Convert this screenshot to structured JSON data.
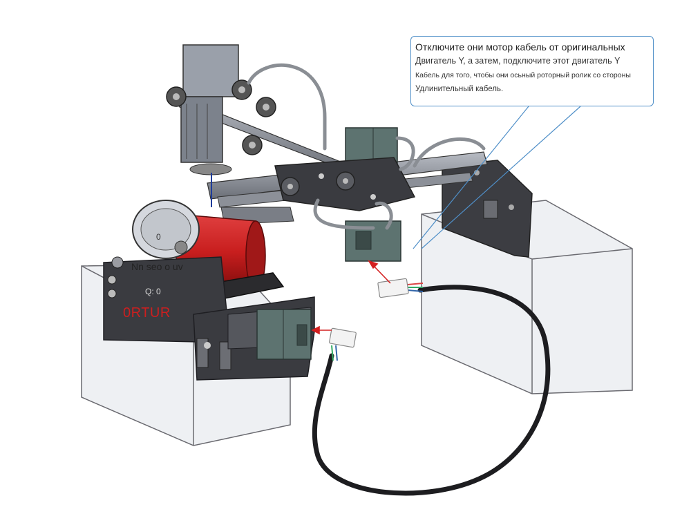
{
  "callout": {
    "line1": "Отключите они мотор кабель от оригинальных",
    "line2": "Двигатель Y, а затем, подключите этот двигатель Y",
    "line3": "Кабель для того, чтобы они осьный роторный ролик со стороны",
    "line4": "Удлинительный кабель."
  },
  "machine_labels": {
    "rotary_text": "Nn seo o uv",
    "rotary_sub": "Q: 0",
    "brand": "0RTUR",
    "cap_text": "0"
  },
  "colors": {
    "callout_border": "#4f8fc8",
    "arrow": "#d42020",
    "roller": "#c81e1e",
    "brand_text": "#cc1f1f",
    "motor": "#5d7370"
  }
}
